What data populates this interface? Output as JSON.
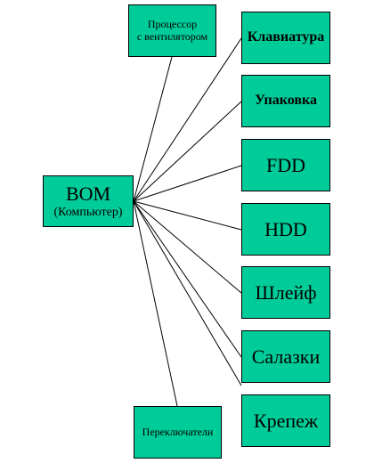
{
  "root": {
    "title": "BOM",
    "subtitle": "(Компьютер)"
  },
  "top_node": {
    "line1": "Процессор",
    "line2": "с вентилятором"
  },
  "bottom_node": {
    "label": "Переключатели"
  },
  "right_nodes": [
    "Клавиатура",
    "Упаковка",
    "FDD",
    "HDD",
    "Шлейф",
    "Салазки",
    "Крепеж"
  ],
  "colors": {
    "box_fill": "#00cc99",
    "border": "#000000"
  }
}
